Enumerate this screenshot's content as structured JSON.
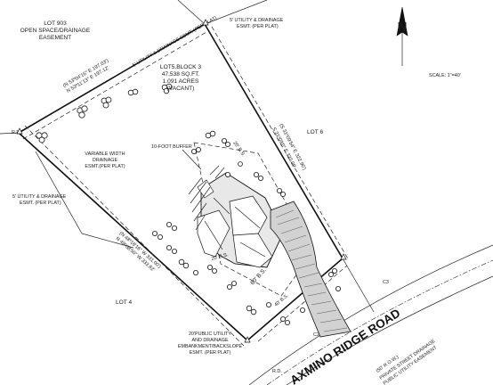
{
  "lots": {
    "lot_903": [
      "LOT 903",
      "OPEN SPACE/DRAINAGE",
      "EASEMENT"
    ],
    "lot_5": [
      "LOT5,BLOCK 3",
      "47,538 SQ.FT.",
      "1.091 ACRES",
      "(VACANT)"
    ],
    "lot_6": "LOT 6",
    "lot_4": "LOT 4"
  },
  "bearings": {
    "north_1": "(N 53º04'16\" E 197.03')",
    "north_2": "N 53º11'13\" E 197.12'",
    "east_1": "(S 31º09'54\" E 322.90')",
    "east_2": "S 31º09'0\" E 323.09'",
    "west_1": "(N 48º18'16\" W 331.00')",
    "west_2": "N 48º08'50\" W 333.62'"
  },
  "notes": {
    "ue_top": [
      "5' UTILITY & DRAINAGE",
      "ESMT. (PER PLAT)"
    ],
    "ue_north_side": "5' UTILITY & DRAINAGE ESMT. (PER PLAT)",
    "ue_left": [
      "5' UTILITY & DRAINAGE",
      "ESMT. (PER PLAT)"
    ],
    "variable": [
      "VARIABLE WIDTH",
      "DRAINAGE",
      "ESMT.(PER PLAT)"
    ],
    "buffer": "10-FOOT BUFFER",
    "rd_left": "R.D.",
    "rd_bottom": "R.D.",
    "bs_20_top": "20' B.S.",
    "bs_20_left": "20' B.S.",
    "bs_60": "60' B.S.",
    "bs_40": "40' B.S.",
    "curve_c2": "C2",
    "curve_c3": "C3",
    "row_width": "(50' R.O.W.)",
    "row_note": [
      "PRIVATE STREET DRAINAGE",
      "PUBLIC UTILITY EASEMENT"
    ],
    "bottom": [
      "20'PUBLIC UTILITY",
      "AND DRAINAGE",
      "EMBANKMENT/BACKSLOPE",
      "ESMT. (PER PLAT)"
    ]
  },
  "north_arrow": {
    "letter": "N"
  },
  "scale": "SCALE: 1\"=40'",
  "road_name": "AXMINO RIDGE ROAD"
}
